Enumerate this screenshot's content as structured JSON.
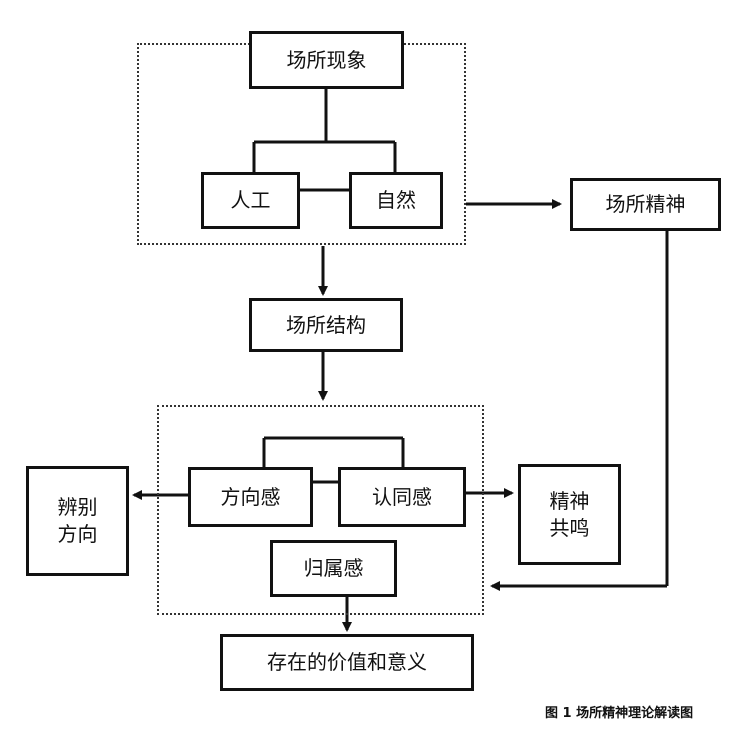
{
  "nodes": {
    "place_phenomenon": "场所现象",
    "artificial": "人工",
    "natural": "自然",
    "place_spirit": "场所精神",
    "place_structure": "场所结构",
    "sense_of_direction": "方向感",
    "sense_of_identity": "认同感",
    "sense_of_belonging": "归属感",
    "distinguish_direction": "辨别\n方向",
    "spiritual_resonance": "精神\n共鸣",
    "value_and_meaning": "存在的价值和意义"
  },
  "caption": "图 1  场所精神理论解读图"
}
